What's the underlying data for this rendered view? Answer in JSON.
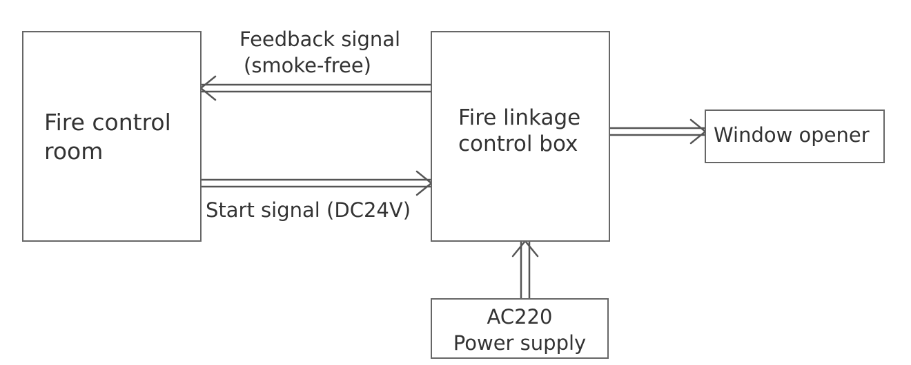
{
  "diagram": {
    "nodes": {
      "fire_control_room": {
        "lines": [
          "Fire control",
          "room"
        ]
      },
      "linkage_box": {
        "lines": [
          "Fire linkage",
          "control box"
        ]
      },
      "window_opener": {
        "lines": [
          "Window opener"
        ]
      },
      "power_supply": {
        "lines": [
          "AC220",
          "Power supply"
        ]
      }
    },
    "edges": {
      "feedback": {
        "lines": [
          "Feedback signal",
          "(smoke-free)"
        ]
      },
      "start": {
        "lines": [
          "Start signal (DC24V)"
        ]
      }
    }
  }
}
